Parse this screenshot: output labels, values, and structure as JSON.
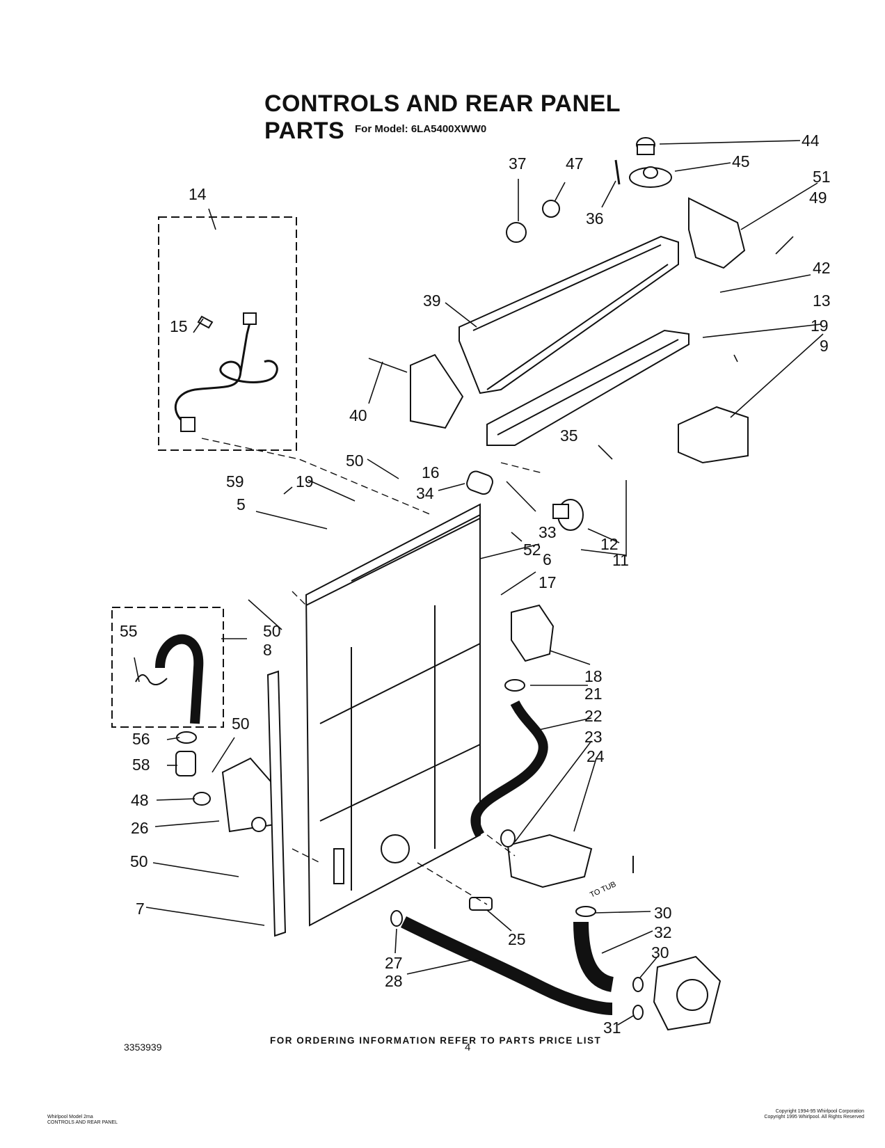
{
  "header": {
    "title": "CONTROLS AND REAR PANEL PARTS",
    "model_line": "For Model: 6LA5400XWW0"
  },
  "callouts": [
    "44",
    "45",
    "37",
    "47",
    "36",
    "51",
    "49",
    "14",
    "42",
    "39",
    "13",
    "15",
    "19",
    "9",
    "40",
    "16",
    "35",
    "50",
    "59",
    "19b",
    "5",
    "34",
    "33",
    "12",
    "52",
    "11",
    "6",
    "17",
    "55",
    "8",
    "18",
    "21",
    "22",
    "56",
    "58",
    "23",
    "24",
    "48",
    "26",
    "50c",
    "7",
    "30",
    "32",
    "25",
    "27",
    "28",
    "31",
    "50b",
    "50d"
  ],
  "callout_labels": {
    "44": "44",
    "45": "45",
    "37": "37",
    "47": "47",
    "36": "36",
    "51": "51",
    "49": "49",
    "14": "14",
    "42": "42",
    "39": "39",
    "13": "13",
    "15": "15",
    "19": "19",
    "9": "9",
    "40": "40",
    "16": "16",
    "35": "35",
    "50": "50",
    "59": "59",
    "19b": "19",
    "5": "5",
    "34": "34",
    "33": "33",
    "12": "12",
    "52": "52",
    "11": "11",
    "6": "6",
    "17": "17",
    "55": "55",
    "8": "8",
    "18": "18",
    "21": "21",
    "22": "22",
    "56": "56",
    "58": "58",
    "23": "23",
    "24": "24",
    "48": "48",
    "26": "26",
    "50c": "50",
    "7": "7",
    "30": "30",
    "30b": "30",
    "32": "32",
    "25": "25",
    "27": "27",
    "28": "28",
    "31": "31",
    "50b": "50",
    "50d": "50"
  },
  "to_tub_label": "TO TUB",
  "footer": {
    "ordering_note": "FOR ORDERING INFORMATION REFER TO PARTS PRICE LIST",
    "doc_number": "3353939",
    "page_number": "4",
    "corner_left_1": "Whirlpool Model 2ma",
    "corner_left_2": "CONTROLS AND REAR PANEL",
    "corner_right_1": "Copyright 1994-95 Whirlpool Corporation",
    "corner_right_2": "Copyright 1995 Whirlpool. All Rights Reserved"
  }
}
